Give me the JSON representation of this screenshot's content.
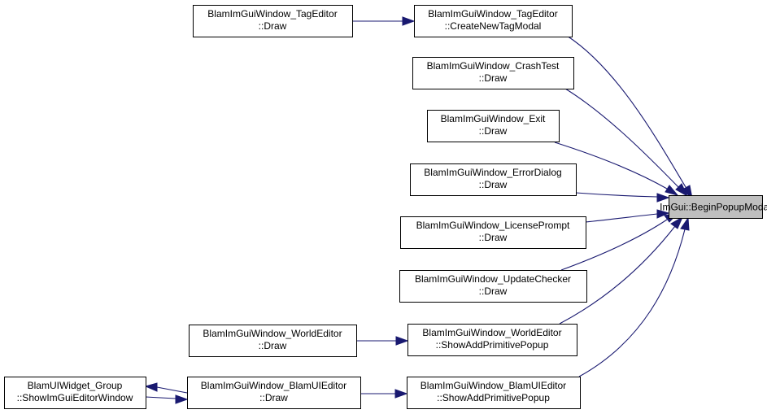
{
  "diagram": {
    "nodes": [
      {
        "id": "tag-editor-draw",
        "lines": [
          "BlamImGuiWindow_TagEditor",
          "::Draw"
        ]
      },
      {
        "id": "tag-editor-create-new-tag-modal",
        "lines": [
          "BlamImGuiWindow_TagEditor",
          "::CreateNewTagModal"
        ]
      },
      {
        "id": "crash-test-draw",
        "lines": [
          "BlamImGuiWindow_CrashTest",
          "::Draw"
        ]
      },
      {
        "id": "exit-draw",
        "lines": [
          "BlamImGuiWindow_Exit",
          "::Draw"
        ]
      },
      {
        "id": "error-dialog-draw",
        "lines": [
          "BlamImGuiWindow_ErrorDialog",
          "::Draw"
        ]
      },
      {
        "id": "license-prompt-draw",
        "lines": [
          "BlamImGuiWindow_LicensePrompt",
          "::Draw"
        ]
      },
      {
        "id": "update-checker-draw",
        "lines": [
          "BlamImGuiWindow_UpdateChecker",
          "::Draw"
        ]
      },
      {
        "id": "world-editor-draw",
        "lines": [
          "BlamImGuiWindow_WorldEditor",
          "::Draw"
        ]
      },
      {
        "id": "world-editor-show-add-primitive-popup",
        "lines": [
          "BlamImGuiWindow_WorldEditor",
          "::ShowAddPrimitivePopup"
        ]
      },
      {
        "id": "ui-widget-group-show-editor-window",
        "lines": [
          "BlamUIWidget_Group",
          "::ShowImGuiEditorWindow"
        ]
      },
      {
        "id": "blam-ui-editor-draw",
        "lines": [
          "BlamImGuiWindow_BlamUIEditor",
          "::Draw"
        ]
      },
      {
        "id": "blam-ui-editor-show-add-primitive-popup",
        "lines": [
          "BlamImGuiWindow_BlamUIEditor",
          "::ShowAddPrimitivePopup"
        ]
      },
      {
        "id": "imgui-begin-popup-modal",
        "lines": [
          "ImGui::BeginPopupModal"
        ],
        "highlighted": true
      }
    ],
    "edges": [
      {
        "from": "tag-editor-draw",
        "to": "tag-editor-create-new-tag-modal"
      },
      {
        "from": "tag-editor-create-new-tag-modal",
        "to": "imgui-begin-popup-modal"
      },
      {
        "from": "crash-test-draw",
        "to": "imgui-begin-popup-modal"
      },
      {
        "from": "exit-draw",
        "to": "imgui-begin-popup-modal"
      },
      {
        "from": "error-dialog-draw",
        "to": "imgui-begin-popup-modal"
      },
      {
        "from": "license-prompt-draw",
        "to": "imgui-begin-popup-modal"
      },
      {
        "from": "update-checker-draw",
        "to": "imgui-begin-popup-modal"
      },
      {
        "from": "world-editor-draw",
        "to": "world-editor-show-add-primitive-popup"
      },
      {
        "from": "world-editor-show-add-primitive-popup",
        "to": "imgui-begin-popup-modal"
      },
      {
        "from": "blam-ui-editor-draw",
        "to": "ui-widget-group-show-editor-window"
      },
      {
        "from": "ui-widget-group-show-editor-window",
        "to": "blam-ui-editor-draw"
      },
      {
        "from": "blam-ui-editor-draw",
        "to": "blam-ui-editor-show-add-primitive-popup"
      },
      {
        "from": "blam-ui-editor-show-add-primitive-popup",
        "to": "imgui-begin-popup-modal"
      }
    ],
    "colors": {
      "edge": "#191970",
      "node_border": "#000000",
      "highlight_fill": "#bfbfbf"
    }
  }
}
